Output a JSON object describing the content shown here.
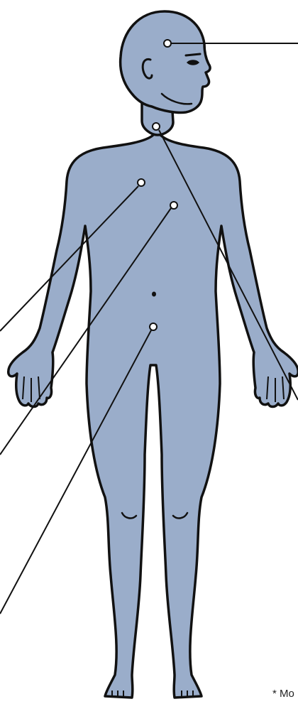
{
  "diagram": {
    "subject": "human-body-front-view",
    "colors": {
      "body_fill": "#9aadca",
      "outline": "#111111",
      "line": "#111111",
      "marker_fill": "#ffffff"
    },
    "markers": [
      "head",
      "throat",
      "chest-left",
      "upper-abdomen",
      "lower-abdomen"
    ]
  },
  "footnote": {
    "text": "* Mo"
  }
}
